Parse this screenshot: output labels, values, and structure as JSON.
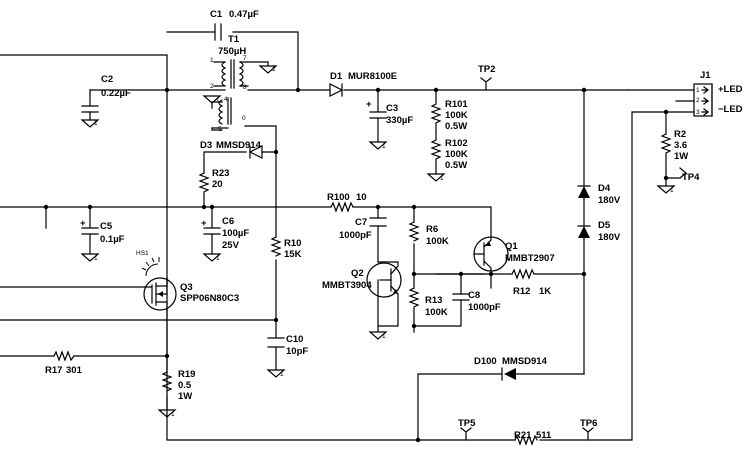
{
  "components": {
    "c1": {
      "ref": "C1",
      "value": "0.47µF"
    },
    "t1": {
      "ref": "T1",
      "value": "750µH",
      "pins": [
        "7",
        "8",
        "1",
        "2",
        "4",
        "5",
        "0"
      ]
    },
    "c2": {
      "ref": "C2",
      "value": "0.22µF"
    },
    "d1": {
      "ref": "D1",
      "value": "MUR8100E"
    },
    "tp2": {
      "ref": "TP2"
    },
    "j1": {
      "ref": "J1",
      "pin1": "1",
      "pin2": "2",
      "pin3": "3",
      "led_pos": "+LED",
      "led_neg": "−LED"
    },
    "c3": {
      "ref": "C3",
      "value": "330µF"
    },
    "r101": {
      "ref": "R101",
      "value": "100K",
      "rating": "0.5W"
    },
    "r102": {
      "ref": "R102",
      "value": "100K",
      "rating": "0.5W"
    },
    "r2": {
      "ref": "R2",
      "value": "3.6",
      "rating": "1W"
    },
    "tp4": {
      "ref": "TP4"
    },
    "d3": {
      "ref": "D3",
      "value": "MMSD914"
    },
    "r23": {
      "ref": "R23",
      "value": "20"
    },
    "r100": {
      "ref": "R100",
      "value": "10"
    },
    "c7": {
      "ref": "C7",
      "value": "1000pF"
    },
    "r6": {
      "ref": "R6",
      "value": "100K"
    },
    "q1": {
      "ref": "Q1",
      "value": "MMBT2907"
    },
    "d4": {
      "ref": "D4",
      "value": "180V"
    },
    "d5": {
      "ref": "D5",
      "value": "180V"
    },
    "c5": {
      "ref": "C5",
      "value": "0.1µF"
    },
    "c6": {
      "ref": "C6",
      "value": "100µF",
      "rating": "25V"
    },
    "r10": {
      "ref": "R10",
      "value": "15K"
    },
    "hs1": {
      "ref": "HS1"
    },
    "q3": {
      "ref": "Q3",
      "value": "SPP06N80C3"
    },
    "q2": {
      "ref": "Q2",
      "value": "MMBT3904"
    },
    "r12": {
      "ref": "R12",
      "value": "1K"
    },
    "r13": {
      "ref": "R13",
      "value": "100K"
    },
    "c8": {
      "ref": "C8",
      "value": "1000pF"
    },
    "c10": {
      "ref": "C10",
      "value": "10pF"
    },
    "r17": {
      "ref": "R17",
      "value": "301"
    },
    "r19": {
      "ref": "R19",
      "value": "0.5",
      "rating": "1W"
    },
    "d100": {
      "ref": "D100",
      "value": "MMSD914"
    },
    "tp5": {
      "ref": "TP5"
    },
    "r21": {
      "ref": "R21",
      "value": "511"
    },
    "tp6": {
      "ref": "TP6"
    },
    "ground_pin": "1",
    "cap_polarity": "+"
  }
}
